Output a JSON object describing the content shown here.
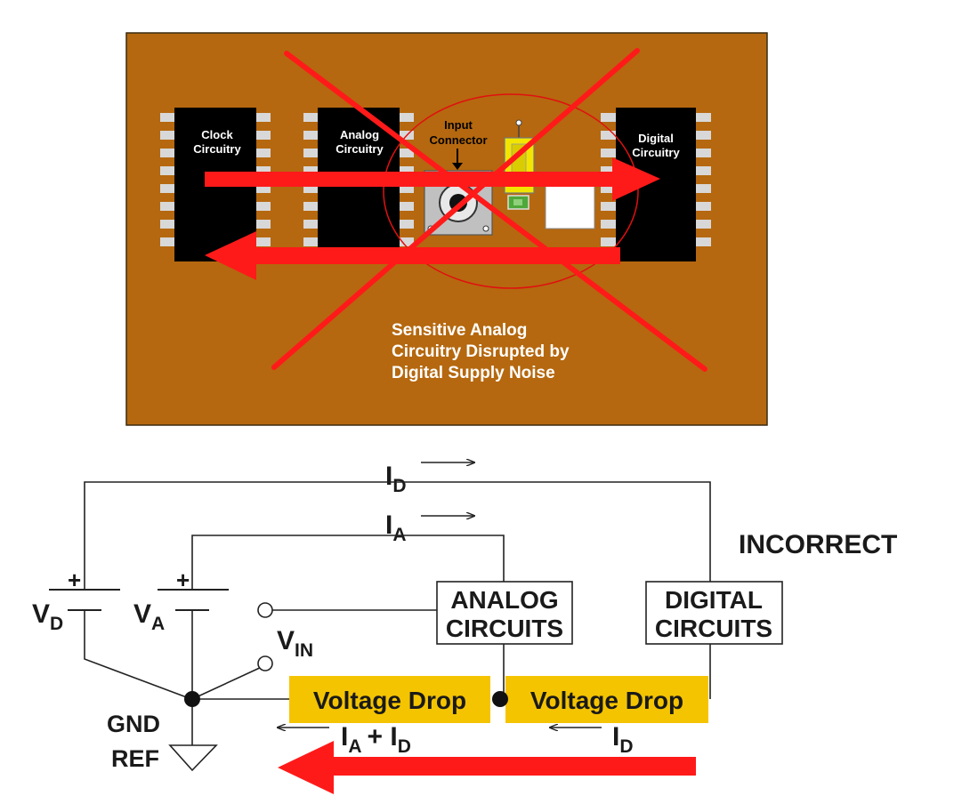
{
  "pcb": {
    "clock_label_1": "Clock",
    "clock_label_2": "Circuitry",
    "analog_label_1": "Analog",
    "analog_label_2": "Circuitry",
    "digital_label_1": "Digital",
    "digital_label_2": "Circuitry",
    "connector_label_1": "Input",
    "connector_label_2": "Connector",
    "note_1": "Sensitive Analog",
    "note_2": "Circuitry Disrupted by",
    "note_3": "Digital Supply Noise"
  },
  "schematic": {
    "status": "INCORRECT",
    "id_main": "I",
    "id_sub": "D",
    "ia_main": "I",
    "ia_sub": "A",
    "vd_main": "V",
    "vd_sub": "D",
    "va_main": "V",
    "va_sub": "A",
    "plus": "+",
    "vin_main": "V",
    "vin_sub": "IN",
    "gnd": "GND",
    "ref": "REF",
    "analog_box_1": "ANALOG",
    "analog_box_2": "CIRCUITS",
    "digital_box_1": "DIGITAL",
    "digital_box_2": "CIRCUITS",
    "drop_left": "Voltage Drop",
    "drop_right": "Voltage Drop",
    "sum_i1": "I",
    "sum_a": "A",
    "sum_plus": "+ I",
    "sum_d": "D",
    "id_bottom_main": "I",
    "id_bottom_sub": "D"
  },
  "colors": {
    "board": "#b5680f",
    "chip": "#000000",
    "pin": "#d8d8d8",
    "red": "#ff1a1a",
    "drop_fill": "#f5c400"
  }
}
